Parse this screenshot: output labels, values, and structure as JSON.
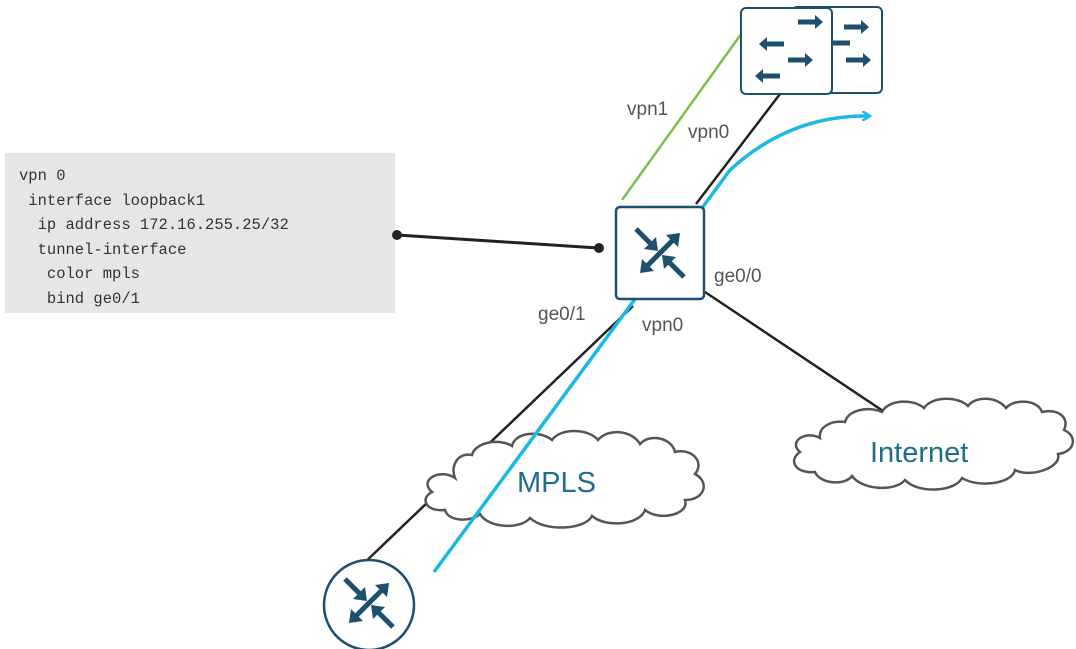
{
  "config": {
    "lines": [
      "vpn 0",
      " interface loopback1",
      "  ip address 172.16.255.25/32",
      "  tunnel-interface",
      "   color mpls",
      "   bind ge0/1"
    ]
  },
  "labels": {
    "vpn1": "vpn1",
    "vpn0_upper": "vpn0",
    "vpn0_lower": "vpn0",
    "ge0_0": "ge0/0",
    "ge0_1": "ge0/1",
    "mpls": "MPLS",
    "internet": "Internet"
  },
  "colors": {
    "device": "#1d4f6e",
    "tunnel": "#1ab8e6",
    "vpn1_link": "#7cc04b",
    "link": "#222222",
    "config_bg": "#e6e6e6"
  },
  "icons": {
    "core_router": "router-icon",
    "branch_router": "router-icon",
    "switch_stack": "switch-icon",
    "clouds": "cloud-icon"
  }
}
